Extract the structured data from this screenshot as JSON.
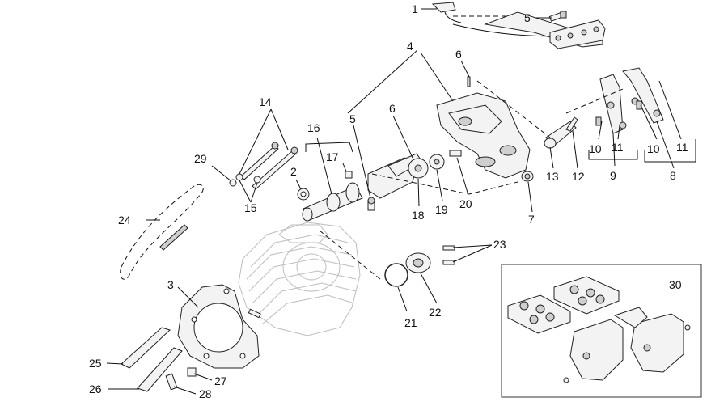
{
  "callouts": {
    "c1": "1",
    "c2": "2",
    "c3": "3",
    "c4": "4",
    "c5a": "5",
    "c5b": "5",
    "c6a": "6",
    "c6b": "6",
    "c7": "7",
    "c8": "8",
    "c9": "9",
    "c10a": "10",
    "c10b": "10",
    "c11a": "11",
    "c11b": "11",
    "c12": "12",
    "c13": "13",
    "c14": "14",
    "c15": "15",
    "c16": "16",
    "c17": "17",
    "c18": "18",
    "c19": "19",
    "c20": "20",
    "c21": "21",
    "c22": "22",
    "c23": "23",
    "c24": "24",
    "c25": "25",
    "c26": "26",
    "c27": "27",
    "c28": "28",
    "c29": "29",
    "c30": "30"
  }
}
